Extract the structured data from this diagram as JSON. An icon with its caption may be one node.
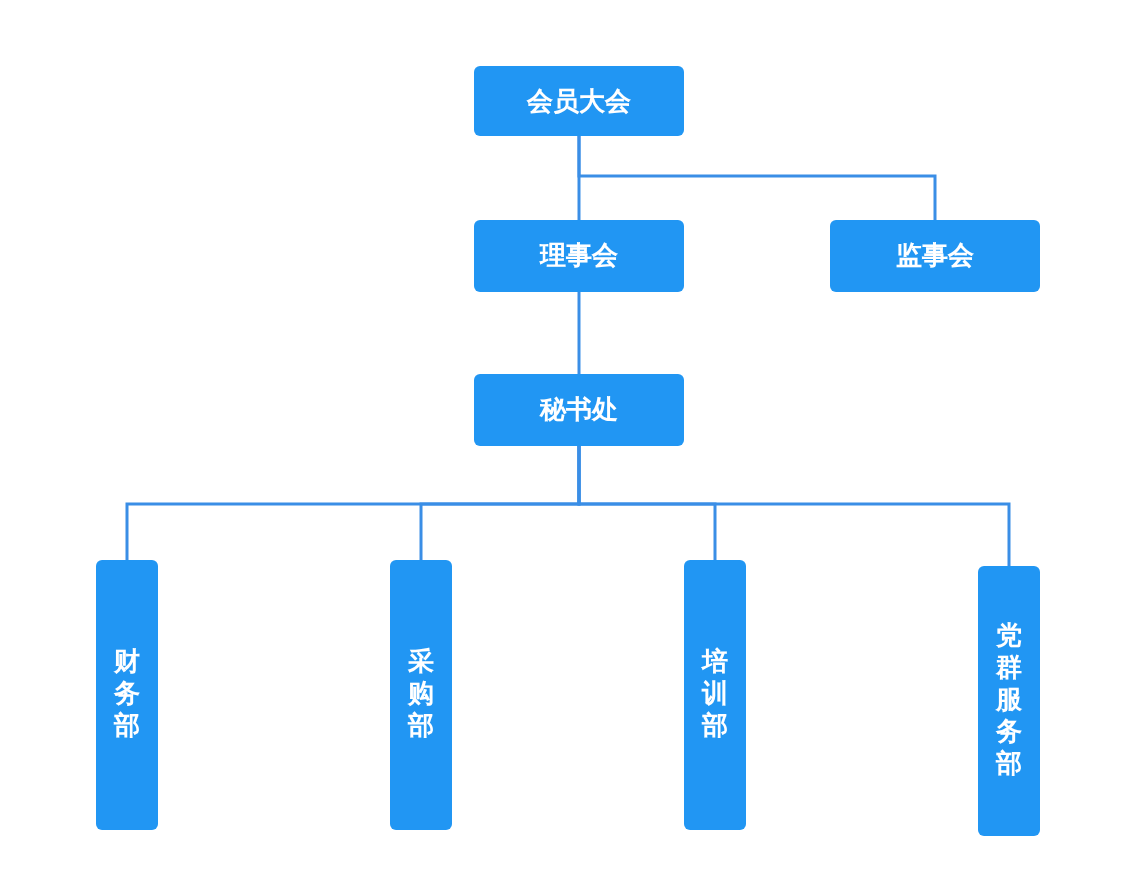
{
  "diagram": {
    "nodes": [
      {
        "text": [
          "会员大会"
        ]
      },
      {
        "text": [
          "理事会"
        ]
      },
      {
        "text": [
          "监事会"
        ]
      },
      {
        "text": [
          "秘书处"
        ]
      },
      {
        "text": [
          "财务部"
        ]
      },
      {
        "text": [
          "采购部"
        ]
      },
      {
        "text": [
          "培训部"
        ]
      },
      {
        "text": [
          "党群服务部"
        ]
      }
    ],
    "edges": [
      {
        "from": 0,
        "to": 1,
        "arrow": "none"
      },
      {
        "from": 0,
        "to": 2,
        "arrow": "none"
      },
      {
        "from": 1,
        "to": 3,
        "arrow": "none"
      },
      {
        "from": 3,
        "to": 4,
        "arrow": "none"
      },
      {
        "from": 3,
        "to": 5,
        "arrow": "none"
      },
      {
        "from": 3,
        "to": 6,
        "arrow": "none"
      },
      {
        "from": 3,
        "to": 7,
        "arrow": "none"
      }
    ]
  }
}
